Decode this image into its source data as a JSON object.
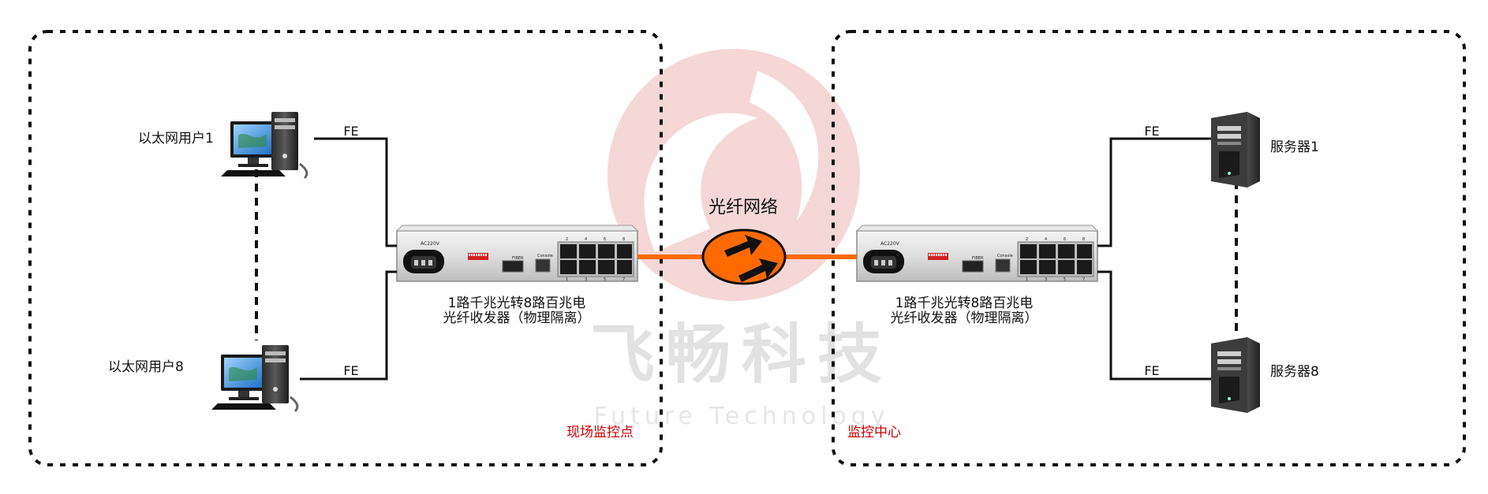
{
  "diagram": {
    "left_zone_label": "现场监控点",
    "right_zone_label": "监控中心",
    "network_label": "光纤网络",
    "watermark": {
      "cn": "飞畅科技",
      "en": "Future Technology"
    },
    "left_device": {
      "caption_line1": "1路千兆光转8路百兆电",
      "caption_line2": "光纤收发器（物理隔离）"
    },
    "right_device": {
      "caption_line1": "1路千兆光转8路百兆电",
      "caption_line2": "光纤收发器（物理隔离）"
    },
    "device_panel": {
      "power_label": "AC220V",
      "fiber_label": "FIBER",
      "console_label": "Console",
      "port_numbers_top": [
        "2",
        "4",
        "6",
        "8"
      ],
      "port_numbers_bottom": [
        "1",
        "3",
        "5",
        "7"
      ]
    },
    "clients": [
      {
        "label": "以太网用户1",
        "link": "FE"
      },
      {
        "label": "以太网用户8",
        "link": "FE"
      }
    ],
    "servers": [
      {
        "label": "服务器1",
        "link": "FE"
      },
      {
        "label": "服务器8",
        "link": "FE"
      }
    ],
    "colors": {
      "fiber": "#ff6a00",
      "cloud_fill": "#ff6a00",
      "zone_label": "#cc0000",
      "line": "#111111",
      "watermark": "#f2d6d6"
    }
  }
}
